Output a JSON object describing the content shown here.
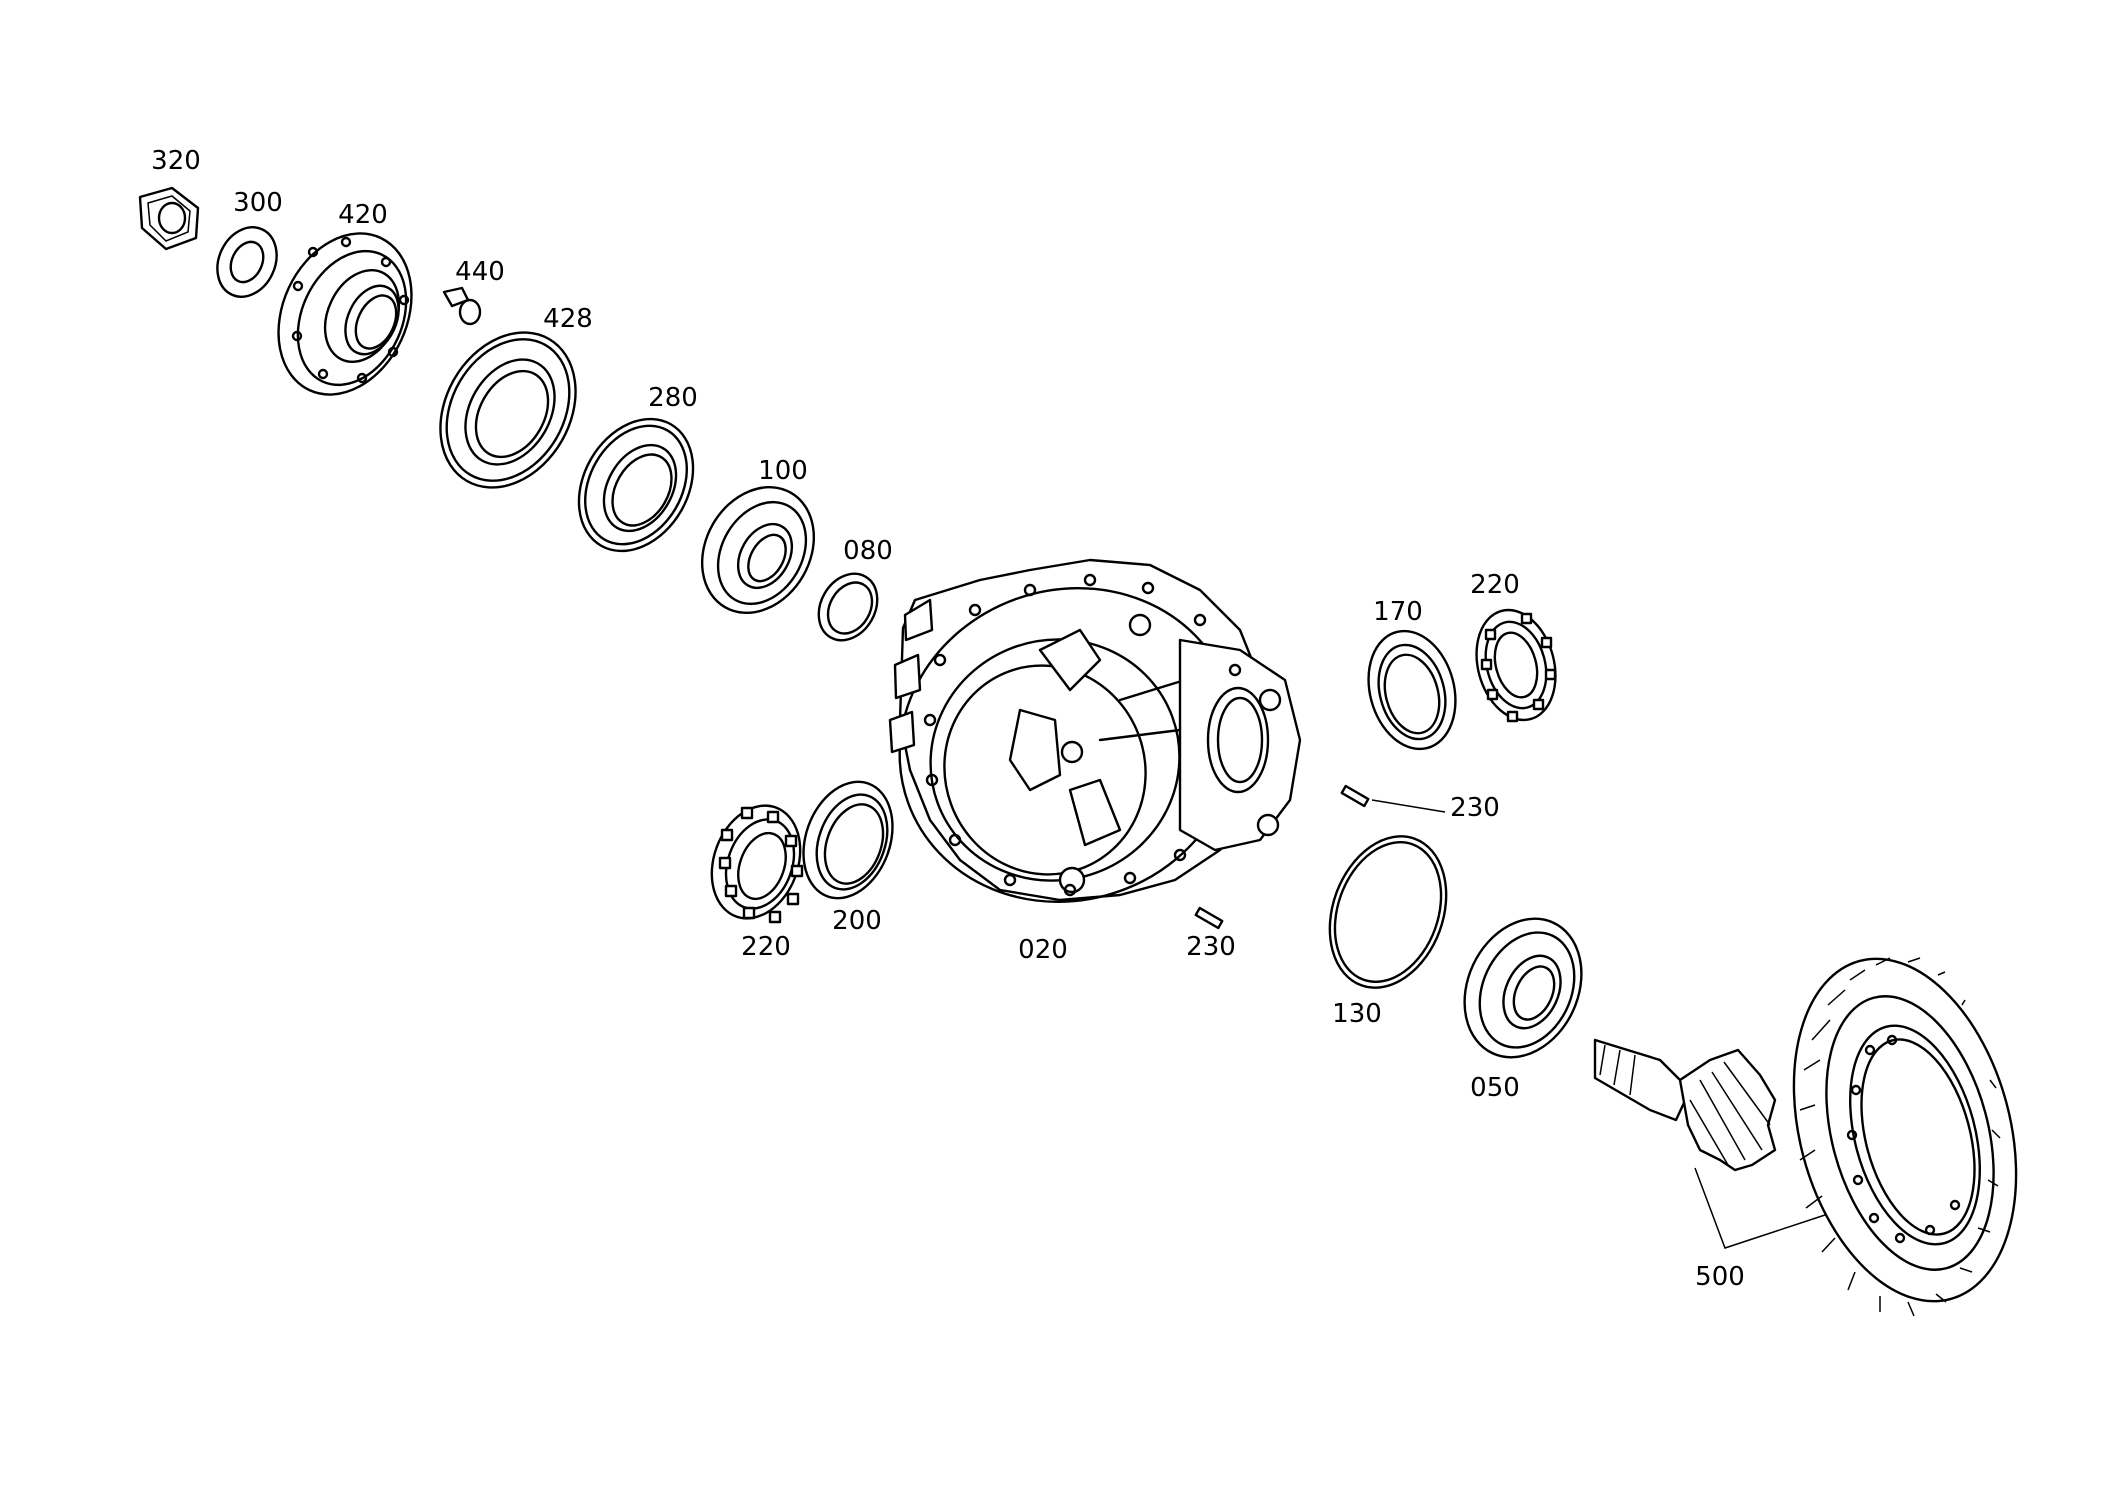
{
  "labels": {
    "l320": "320",
    "l300": "300",
    "l420": "420",
    "l440": "440",
    "l428": "428",
    "l280": "280",
    "l100": "100",
    "l080": "080",
    "l170": "170",
    "l220a": "220",
    "l230a": "230",
    "l220b": "220",
    "l200": "200",
    "l020": "020",
    "l230b": "230",
    "l130": "130",
    "l050": "050",
    "l500": "500"
  }
}
